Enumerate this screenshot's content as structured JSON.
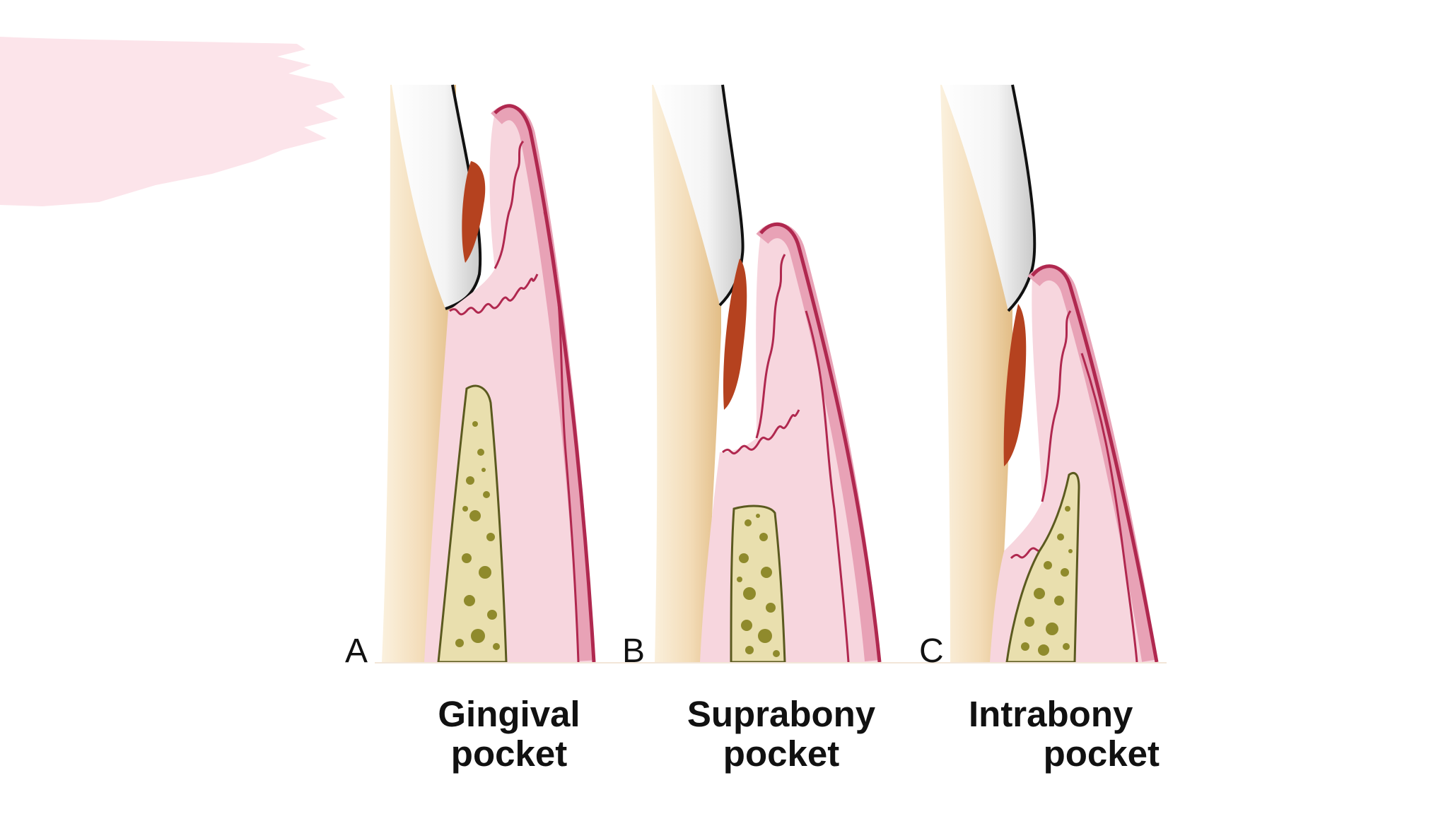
{
  "colors": {
    "background": "#ffffff",
    "brush": "#fce4ea",
    "tooth": "#f3dcb8",
    "tooth_shade": "#e6c48f",
    "enamel": "#ffffff",
    "enamel_shade": "#cfcfcf",
    "gingiva": "#f7d6de",
    "gingiva_outer": "#e8a2b6",
    "gingiva_line": "#b0284f",
    "calculus": "#b5421f",
    "bone": "#e9dfae",
    "bone_dots": "#8f8a2c"
  },
  "panels": [
    {
      "letter": "A",
      "caption_line1": "Gingival",
      "caption_line2": "pocket",
      "type": "gingival"
    },
    {
      "letter": "B",
      "caption_line1": "Suprabony",
      "caption_line2": "pocket",
      "type": "suprabony"
    },
    {
      "letter": "C",
      "caption_line1": "Intrabony",
      "caption_line2": "pocket",
      "type": "intrabony"
    }
  ]
}
